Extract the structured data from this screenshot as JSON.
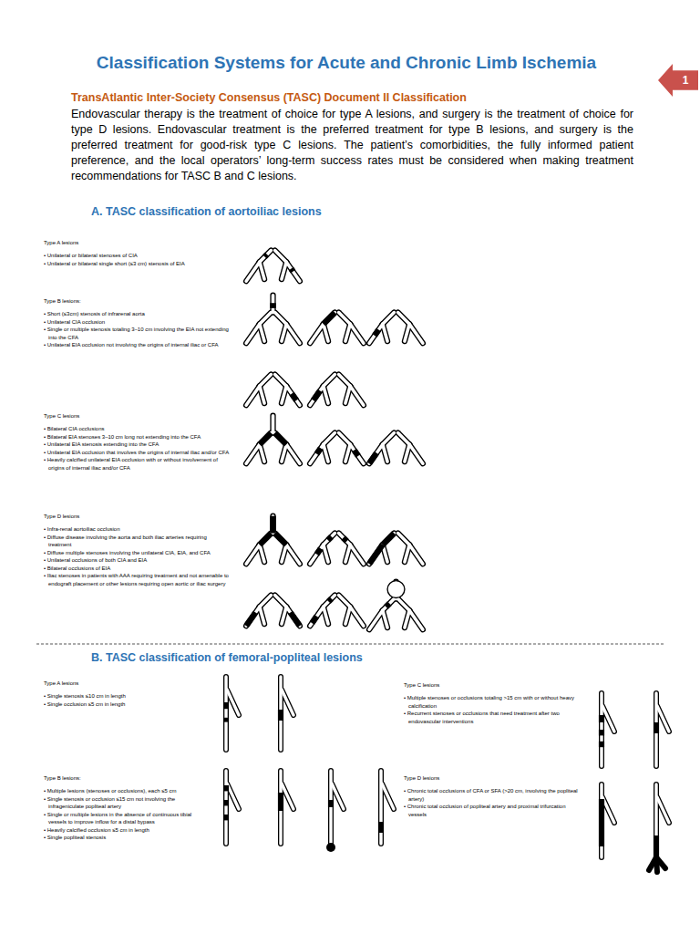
{
  "diagram": {
    "title": "Classification Systems for Acute and Chronic Limb Ischemia",
    "nodes": [
      {
        "text": [
          "1"
        ]
      }
    ],
    "labels": [
      "TransAtlantic Inter-Society Consensus (TASC) Document II Classification",
      "Endovascular therapy is the treatment of choice for type A lesions, and surgery is the treatment of choice for type D lesions. Endovascular treatment is the preferred treatment for type B lesions, and surgery is the preferred treatment for good-risk type C lesions. The patient’s comorbidities, the fully informed patient preference, and the local operators’ long-term success rates must be considered when making treatment recommendations for TASC B and C lesions.",
      "A. TASC classification of aortoiliac lesions",
      "Type A lesions",
      "• Unilateral or bilateral stenoses of CIA",
      "• Unilateral or bilateral single short (≤3 cm) stenosis of EIA",
      "Type B lesions:",
      "• Short (≤3cm) stenosis of infrarenal aorta",
      "• Unilateral CIA occlusion",
      "• Single or multiple stenosis totaling 3–10 cm involving the EIA not extending into the CFA",
      "• Unilateral EIA occlusion not involving the origins of internal iliac or CFA",
      "Type C lesions",
      "• Bilateral CIA occlusions",
      "• Bilateral EIA stenoses 3–10 cm long not extending into the CFA",
      "• Unilateral EIA stenosis extending into the CFA",
      "• Unilateral EIA occlusion that involves the origins of internal iliac and/or CFA",
      "• Heavily calcified unilateral EIA occlusion with or without involvement of origins of internal iliac and/or CFA",
      "Type D lesions",
      "• Infra-renal aortoiliac occlusion",
      "• Diffuse disease involving the aorta and both iliac arteries requiring treatment",
      "• Diffuse multiple stenoses involving the unilateral CIA, EIA, and CFA",
      "• Unilateral occlusions of both CIA and EIA",
      "• Bilateral occlusions of EIA",
      "• Iliac stenoses in patients with AAA requiring treatment and not amenable to endograft placement or other lesions requiring open aortic or iliac surgery",
      "B. TASC classification of femoral-popliteal lesions",
      "Type A lesions",
      "• Single stenosis ≤10 cm in length",
      "• Single occlusion ≤5 cm in length",
      "Type C lesions",
      "• Multiple stenoses or occlusions totaling >15 cm with or without heavy calcification",
      "• Recurrent stenoses or occlusions that need treatment after two endovascular interventions",
      "Type B lesions:",
      "• Multiple lesions (stenoses or occlusions), each ≤5 cm",
      "• Single stenosis or occlusion ≤15 cm not involving the infrageniculate popliteal artery",
      "• Single or multiple lesions in the absence of continuous tibial vessels to improve inflow for a distal bypass",
      "• Heavily calcified occlusion ≤5 cm in length",
      "• Single popliteal stenosis",
      "Type D lesions",
      "• Chronic total occlusions of CFA or SFA (>20 cm, involving the popliteal artery)",
      "• Chronic total occlusion of popliteal artery and proximal trifurcation vessels"
    ]
  }
}
